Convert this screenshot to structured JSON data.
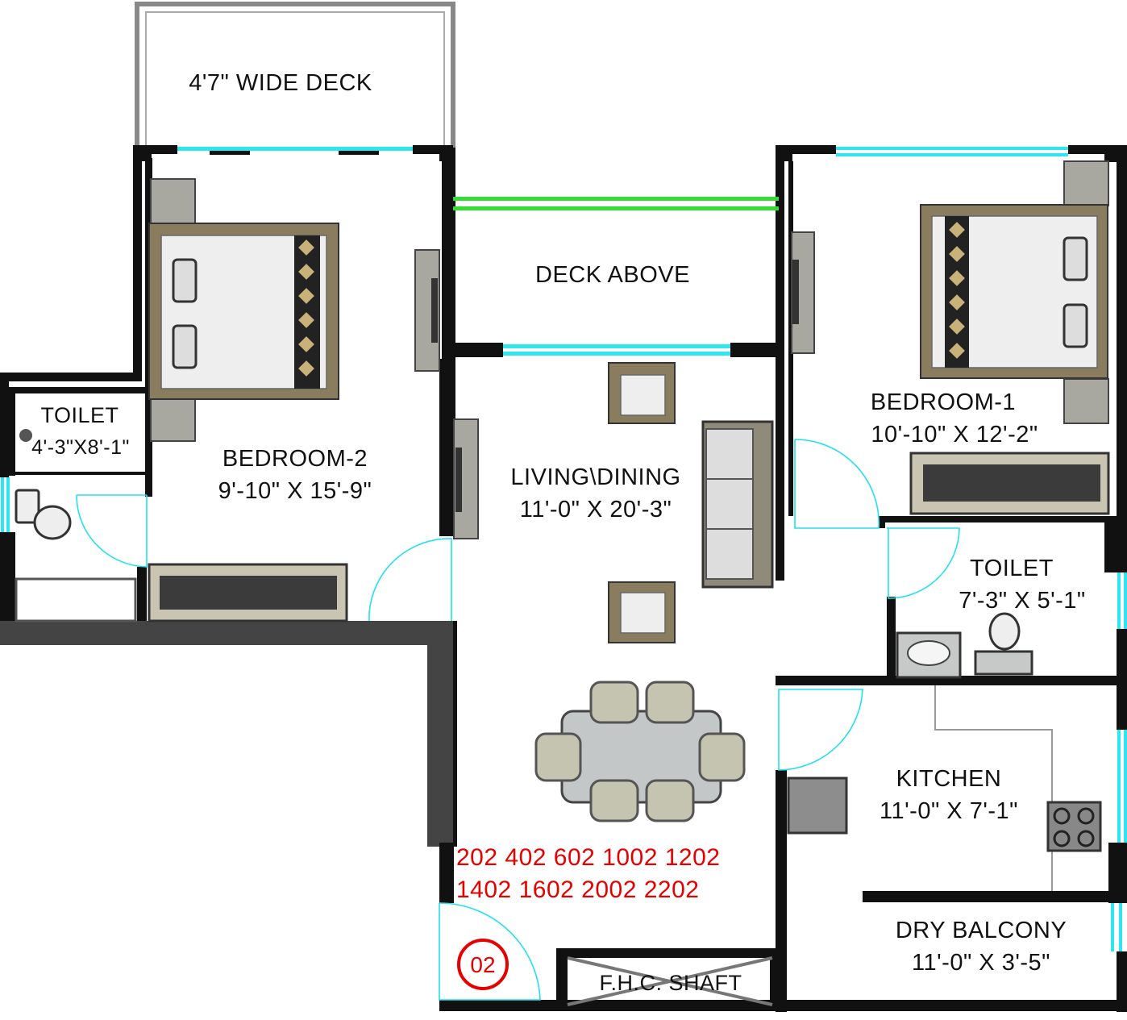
{
  "plan": {
    "rooms": {
      "wide_deck": {
        "name": "4'7\" WIDE DECK"
      },
      "deck_above": {
        "name": "DECK ABOVE"
      },
      "bedroom2": {
        "name": "BEDROOM-2",
        "size": "9'-10\" X 15'-9\""
      },
      "toilet_left": {
        "name": "TOILET",
        "size": "4'-3\"X8'-1\""
      },
      "living": {
        "name": "LIVING\\DINING",
        "size": "11'-0\" X 20'-3\""
      },
      "bedroom1": {
        "name": "BEDROOM-1",
        "size": "10'-10\" X 12'-2\""
      },
      "toilet_right": {
        "name": "TOILET",
        "size": "7'-3\" X 5'-1\""
      },
      "kitchen": {
        "name": "KITCHEN",
        "size": "11'-0\" X 7'-1\""
      },
      "dry_balcony": {
        "name": "DRY BALCONY",
        "size": "11'-0\" X 3'-5\""
      },
      "shaft": {
        "name": "F.H.C. SHAFT"
      }
    },
    "unit_numbers": {
      "line1": "202 402 602 1002 1202",
      "line2": "1402 1602 2002 2202"
    },
    "unit_badge": "02",
    "colors": {
      "wall": "#111111",
      "window": "#2ee6f0",
      "railing": "#33dd33",
      "unit_text": "#e60000"
    }
  }
}
